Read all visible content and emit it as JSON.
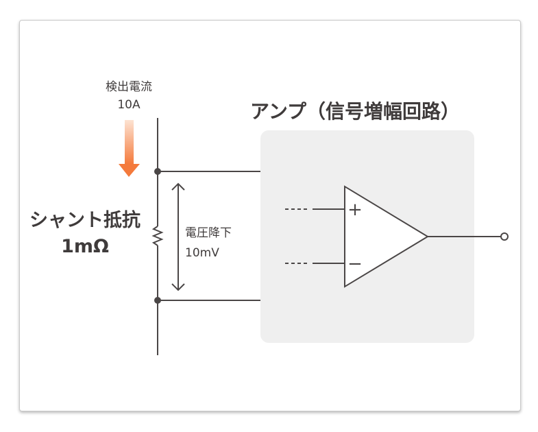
{
  "labels": {
    "current_title": "検出電流",
    "current_value": "10A",
    "shunt_name": "シャント抵抗",
    "shunt_value": "1mΩ",
    "drop_title": "電圧降下",
    "drop_value": "10mV",
    "amp_title": "アンプ（信号増幅回路）",
    "plus_sign": "+",
    "minus_sign": "−"
  },
  "colors": {
    "line": "#4a4646",
    "text": "#3f3b3b",
    "amp_box": "#efefef",
    "arrow_top": "#fde3d2",
    "arrow_bottom": "#f47a3c"
  }
}
